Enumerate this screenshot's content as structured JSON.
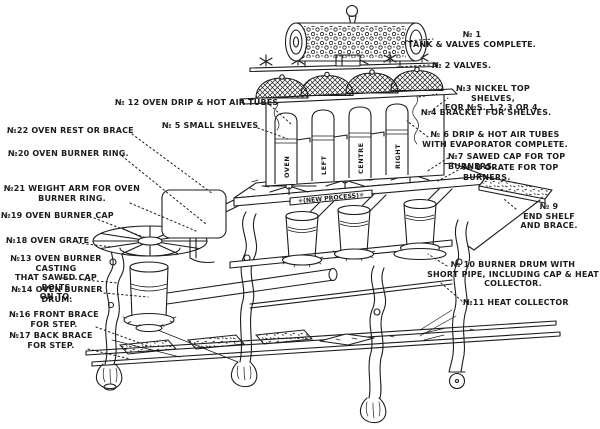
{
  "colors": {
    "ink": "#1c1c1c",
    "background": "#ffffff"
  },
  "illustration": {
    "nameplate_ornament_left": "✳",
    "nameplate": "(NEW PROCESS)",
    "nameplate_ornament_right": "✳",
    "tube_labels": [
      "OVEN",
      "LEFT",
      "CENTRE",
      "RIGHT"
    ]
  },
  "labels": [
    {
      "id": "no1",
      "text": "№ 1\nTANK & VALVES COMPLETE."
    },
    {
      "id": "no2",
      "text": "№ 2 VALVES."
    },
    {
      "id": "no3",
      "text": "№3 NICKEL TOP SHELVES,\nFOR №S. 1,2,3 OR 4."
    },
    {
      "id": "no4",
      "text": "№4 BRACKET FOR SHELVES."
    },
    {
      "id": "no5",
      "text": "№ 5 SMALL SHELVES"
    },
    {
      "id": "no6",
      "text": "№ 6 DRIP & HOT AIR TUBES\nWITH EVAPORATOR COMPLETE."
    },
    {
      "id": "no7",
      "text": "№7 SAWED CAP FOR TOP BURNERS."
    },
    {
      "id": "no8",
      "text": "№ 8 GRATE FOR TOP BURNERS."
    },
    {
      "id": "no9",
      "text": "№ 9\nEND SHELF\nAND BRACE."
    },
    {
      "id": "no10",
      "text": "№ 10 BURNER DRUM WITH\nSHORT PIPE, INCLUDING CAP & HEAT\nCOLLECTOR."
    },
    {
      "id": "no11",
      "text": "№11 HEAT COLLECTOR"
    },
    {
      "id": "no12",
      "text": "№ 12  OVEN DRIP & HOT AIR TUBES"
    },
    {
      "id": "no13",
      "text": "№13 OVEN BURNER CASTING\nTHAT SAWED CAP BOLTS\nON TO."
    },
    {
      "id": "no14",
      "text": "№14 OVEN BURNER\nDRUM."
    },
    {
      "id": "no16",
      "text": "№16 FRONT BRACE\nFOR STEP."
    },
    {
      "id": "no17",
      "text": "№17 BACK BRACE\nFOR STEP."
    },
    {
      "id": "no18",
      "text": "№18 OVEN GRATE"
    },
    {
      "id": "no19",
      "text": "№19 OVEN BURNER CAP"
    },
    {
      "id": "no20",
      "text": "№20 OVEN BURNER RING."
    },
    {
      "id": "no21",
      "text": "№21 WEIGHT ARM FOR OVEN\nBURNER RING."
    },
    {
      "id": "no22",
      "text": "№22 OVEN REST OR BRACE"
    }
  ]
}
